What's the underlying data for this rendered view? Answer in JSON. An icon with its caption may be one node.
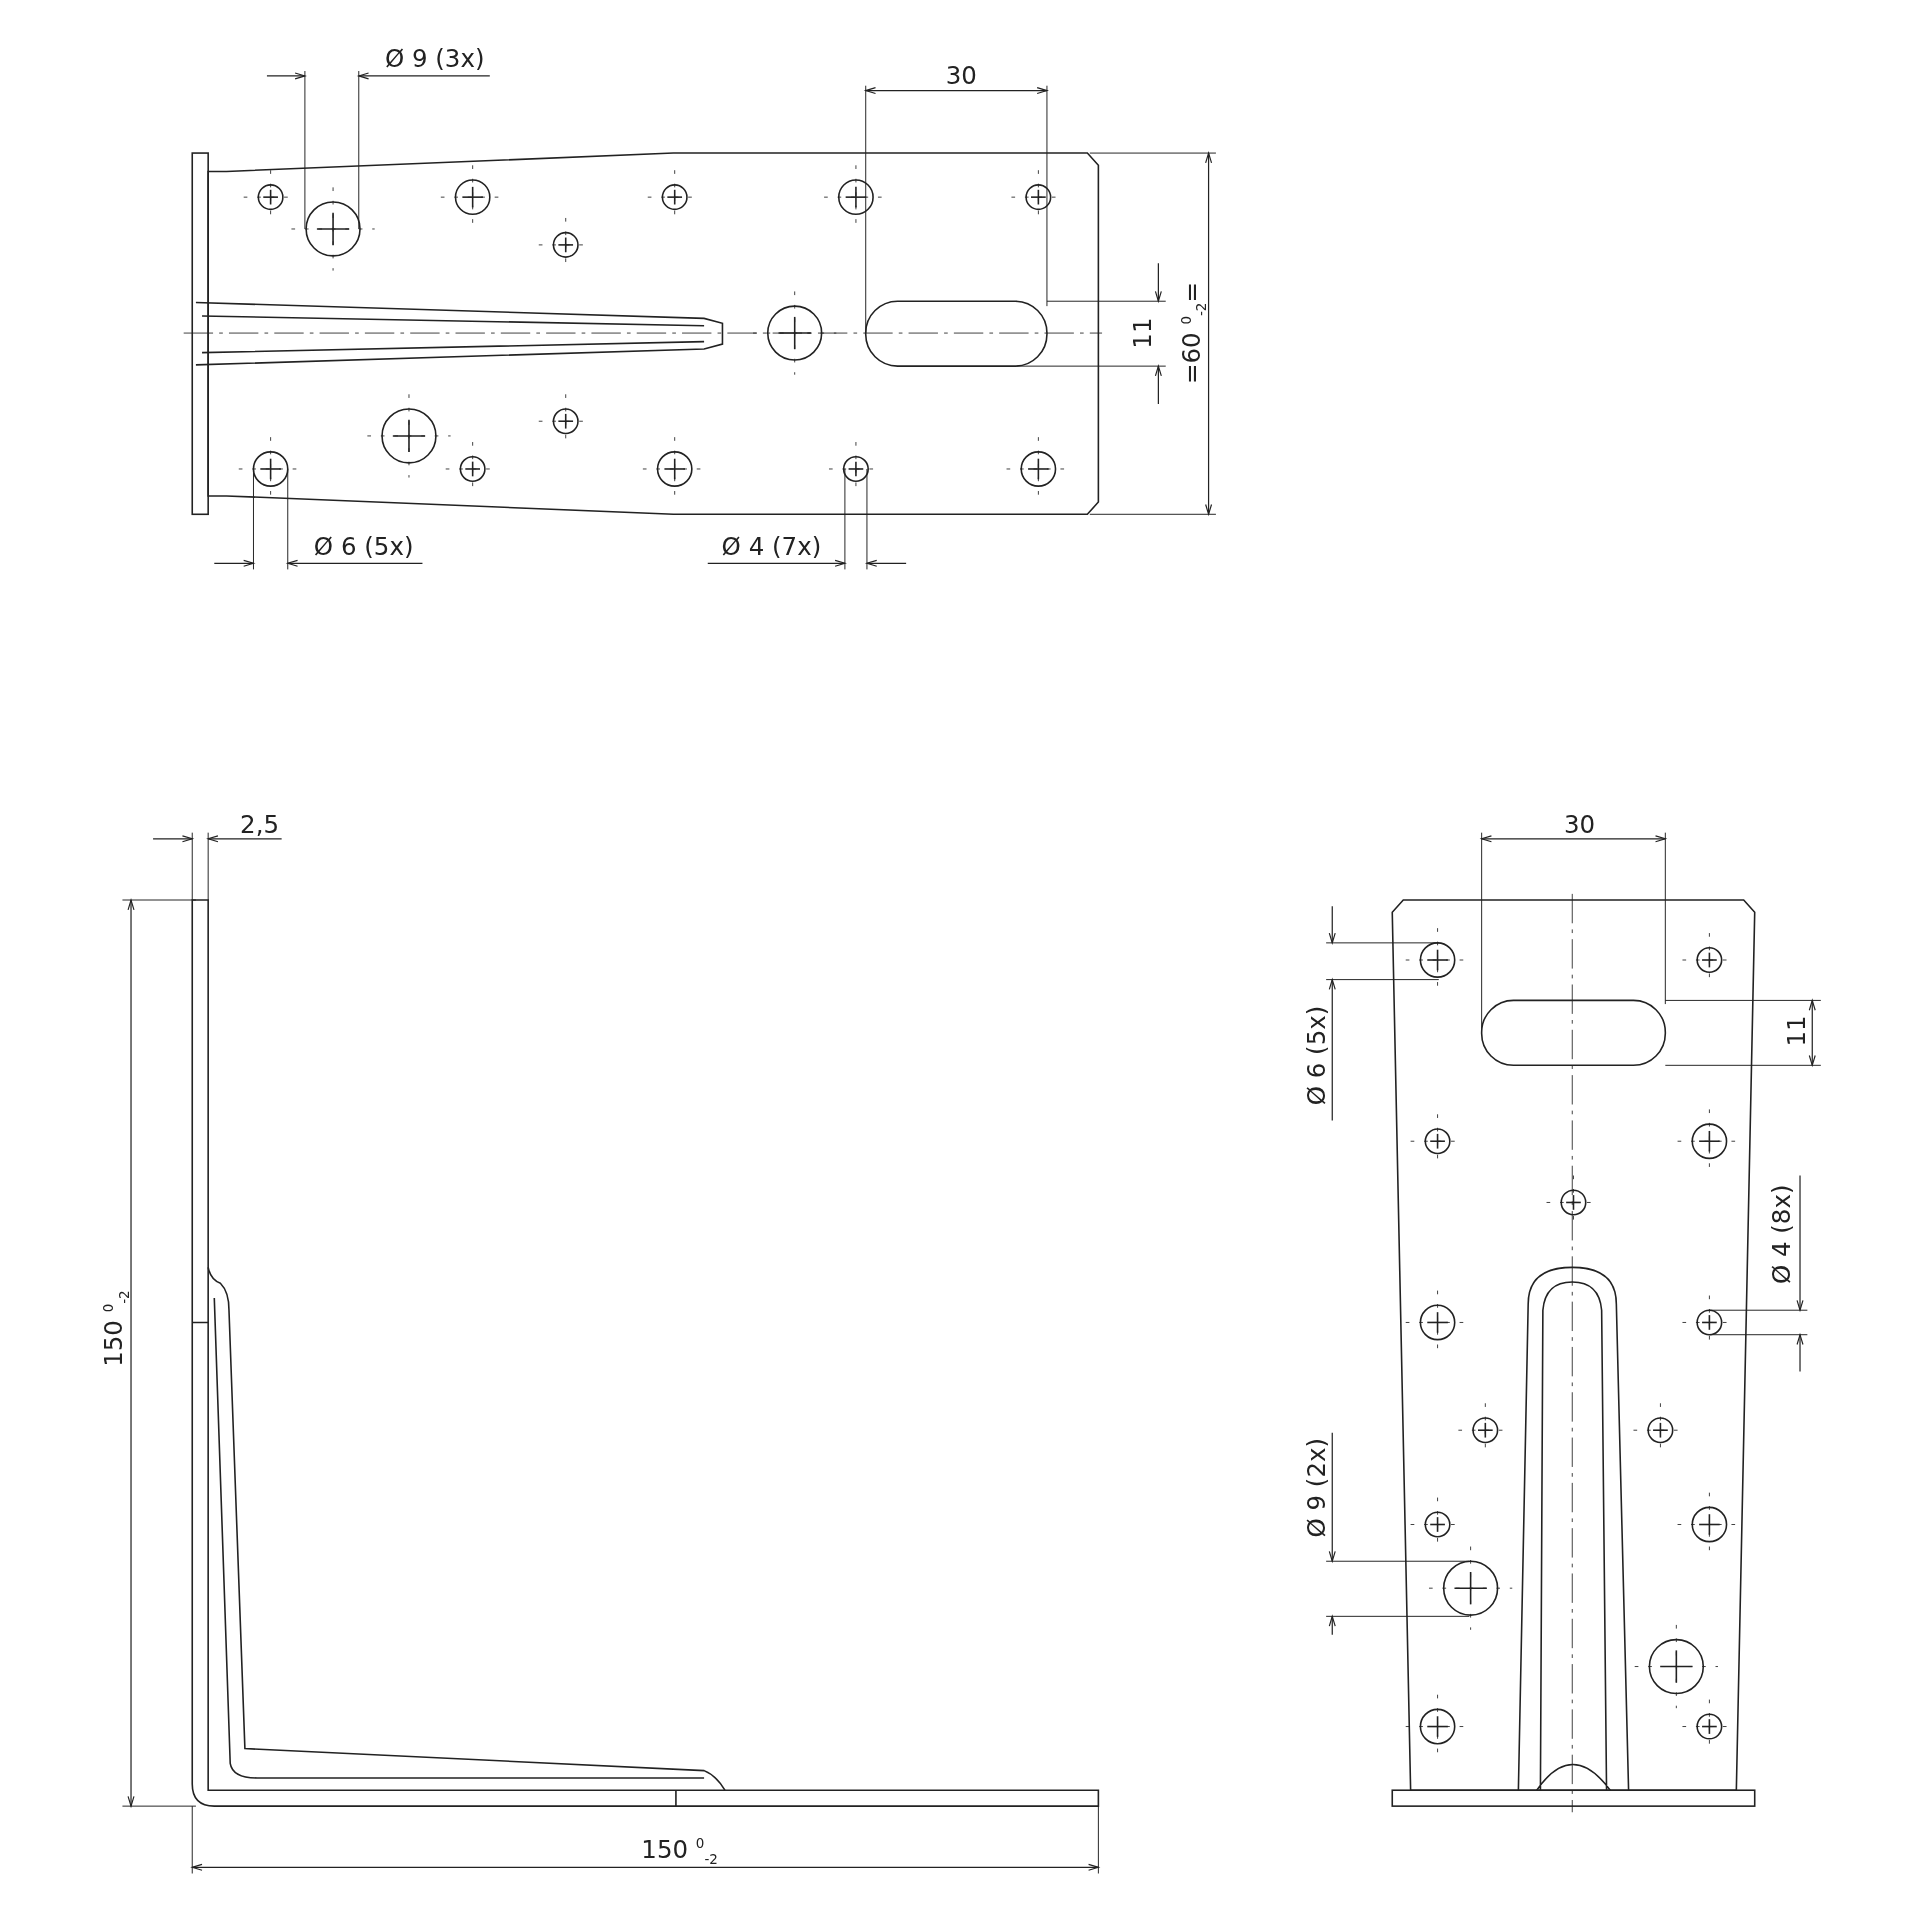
{
  "diagram": {
    "labels": [
      "Ø 9 (3x)",
      "30",
      "11",
      "=60 $^{0}$$_{-2}$=",
      "Ø 6 (5x)",
      "Ø 4 (7x)",
      "2,5",
      "30",
      "Ø 6 (5x)",
      "11",
      "150 $^{0}$$_{-2}$",
      "Ø 4 (8x)",
      "Ø 9 (2x)",
      "150 $^{0}$$_{-2}$"
    ]
  }
}
